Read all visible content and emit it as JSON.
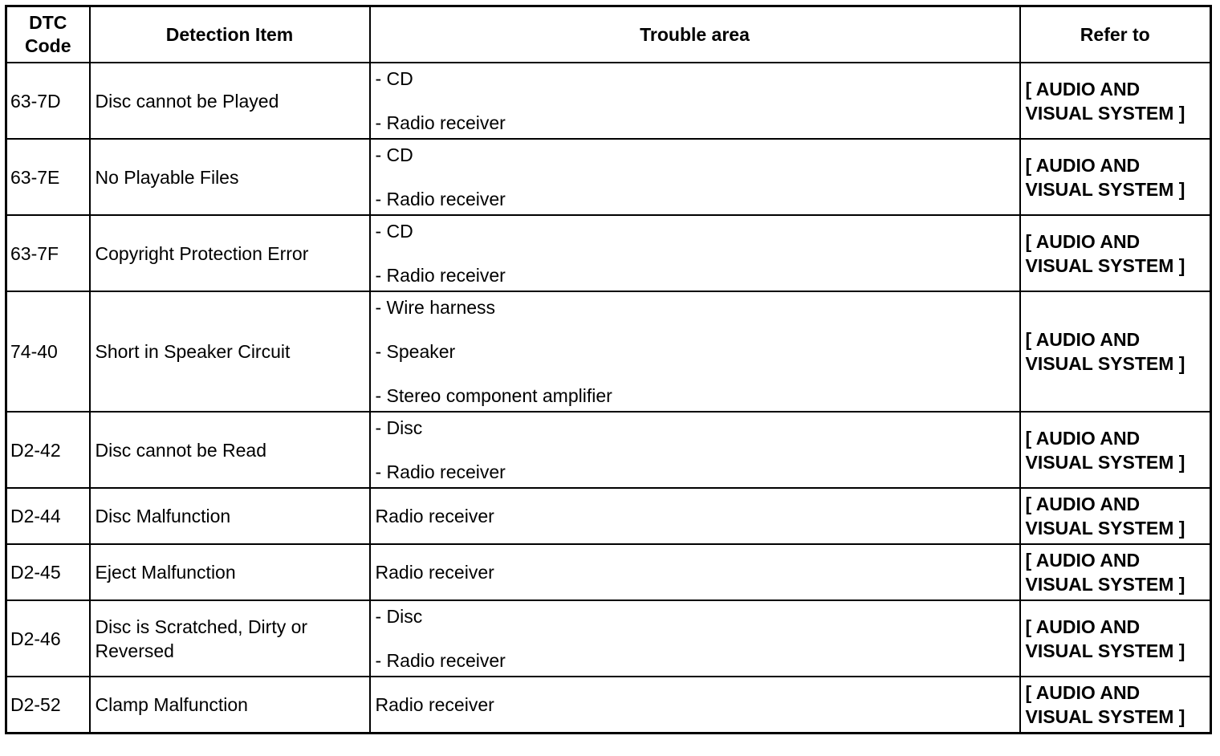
{
  "headers": {
    "dtc_line1": "DTC",
    "dtc_line2": "Code",
    "detection_item": "Detection Item",
    "trouble_area": "Trouble area",
    "refer_to": "Refer to"
  },
  "rows": [
    {
      "code": "63-7D",
      "item": "Disc cannot be Played",
      "areas": [
        "- CD",
        "- Radio receiver"
      ],
      "ref_line1": "[ AUDIO AND",
      "ref_line2": "VISUAL SYSTEM ]"
    },
    {
      "code": "63-7E",
      "item": "No Playable Files",
      "areas": [
        "- CD",
        "- Radio receiver"
      ],
      "ref_line1": "[ AUDIO AND",
      "ref_line2": "VISUAL SYSTEM ]"
    },
    {
      "code": "63-7F",
      "item": "Copyright Protection Error",
      "areas": [
        "- CD",
        "- Radio receiver"
      ],
      "ref_line1": "[ AUDIO AND",
      "ref_line2": "VISUAL SYSTEM ]"
    },
    {
      "code": "74-40",
      "item": "Short in Speaker Circuit",
      "areas": [
        "- Wire harness",
        "- Speaker",
        "- Stereo component amplifier"
      ],
      "ref_line1": "[ AUDIO AND",
      "ref_line2": "VISUAL SYSTEM ]"
    },
    {
      "code": "D2-42",
      "item": "Disc cannot be Read",
      "areas": [
        "- Disc",
        "- Radio receiver"
      ],
      "ref_line1": "[ AUDIO AND",
      "ref_line2": "VISUAL SYSTEM ]"
    },
    {
      "code": "D2-44",
      "item": "Disc Malfunction",
      "areas": [
        "Radio receiver"
      ],
      "ref_line1": "[ AUDIO AND",
      "ref_line2": "VISUAL SYSTEM ]"
    },
    {
      "code": "D2-45",
      "item": "Eject Malfunction",
      "areas": [
        "Radio receiver"
      ],
      "ref_line1": "[ AUDIO AND",
      "ref_line2": "VISUAL SYSTEM ]"
    },
    {
      "code": "D2-46",
      "item": "Disc is Scratched, Dirty or Reversed",
      "areas": [
        "- Disc",
        "- Radio receiver"
      ],
      "ref_line1": "[ AUDIO AND",
      "ref_line2": "VISUAL SYSTEM ]"
    },
    {
      "code": "D2-52",
      "item": "Clamp Malfunction",
      "areas": [
        "Radio receiver"
      ],
      "ref_line1": "[ AUDIO AND",
      "ref_line2": "VISUAL SYSTEM ]"
    }
  ]
}
